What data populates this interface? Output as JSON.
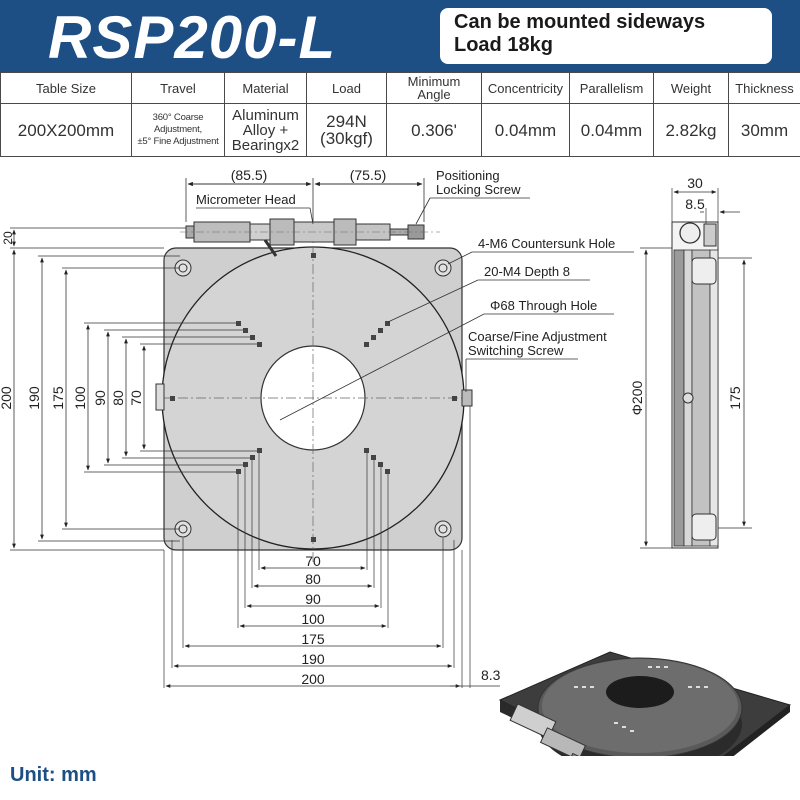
{
  "header": {
    "title": "RSP200-L",
    "note_line1": "Can be mounted sideways",
    "note_line2": "Load 18kg"
  },
  "specs": {
    "headers": [
      "Table Size",
      "Travel",
      "Material",
      "Load",
      "Minimum Angle",
      "Concentricity",
      "Parallelism",
      "Weight",
      "Thickness"
    ],
    "table_size": "200X200mm",
    "travel_line1": "360° Coarse",
    "travel_line2": "Adjustment,",
    "travel_line3": "±5° Fine Adjustment",
    "material_line1": "Aluminum",
    "material_line2": "Alloy +",
    "material_line3": "Bearingx2",
    "load_line1": "294N",
    "load_line2": "(30kgf)",
    "min_angle": "0.306'",
    "concentricity": "0.04mm",
    "parallelism": "0.04mm",
    "weight": "2.82kg",
    "thickness": "30mm"
  },
  "drawing": {
    "labels": {
      "micrometer_head": "Micrometer Head",
      "positioning_1": "Positioning",
      "positioning_2": "Locking Screw",
      "countersunk": "4-M6 Countersunk Hole",
      "m4_depth": "20-M4 Depth 8",
      "through_hole": "Φ68 Through Hole",
      "switch_1": "Coarse/Fine Adjustment",
      "switch_2": "Switching Screw"
    },
    "dims_top": {
      "left": "(85.5)",
      "right": "(75.5)"
    },
    "dims_left": [
      "20",
      "200",
      "190",
      "175",
      "100",
      "90",
      "80",
      "70"
    ],
    "dims_bottom": [
      "70",
      "80",
      "90",
      "100",
      "175",
      "190",
      "200"
    ],
    "dim_offset": "8.3",
    "side_view": {
      "width": "30",
      "small": "8.5",
      "diameter": "Φ200",
      "height": "175"
    }
  },
  "unit_text": "Unit: mm"
}
